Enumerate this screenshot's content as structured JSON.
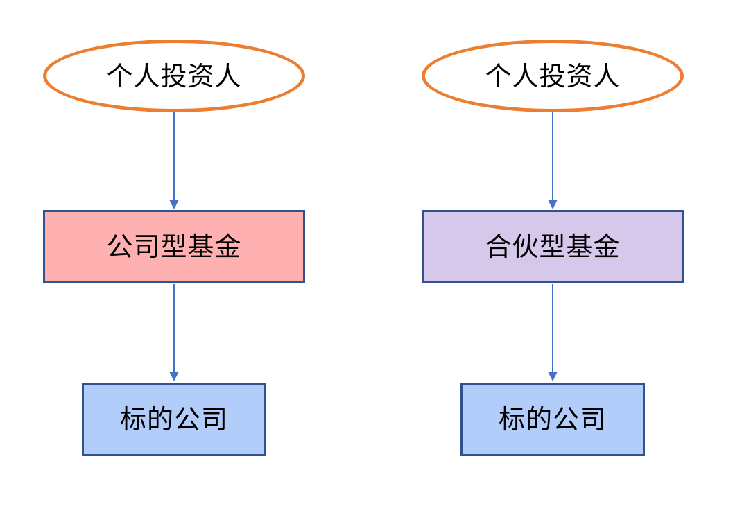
{
  "diagram": {
    "left": {
      "investor": "个人投资人",
      "fund": "公司型基金",
      "target": "标的公司"
    },
    "right": {
      "investor": "个人投资人",
      "fund": "合伙型基金",
      "target": "标的公司"
    }
  },
  "colors": {
    "ellipse_border": "#ED7D31",
    "box_border": "#31518F",
    "arrow": "#4472C4",
    "fund_left_fill": "#FFB1B1",
    "fund_right_fill": "#D5C8EA",
    "target_fill": "#B3CDFA",
    "text": "#000000",
    "background": "#FFFFFF"
  }
}
